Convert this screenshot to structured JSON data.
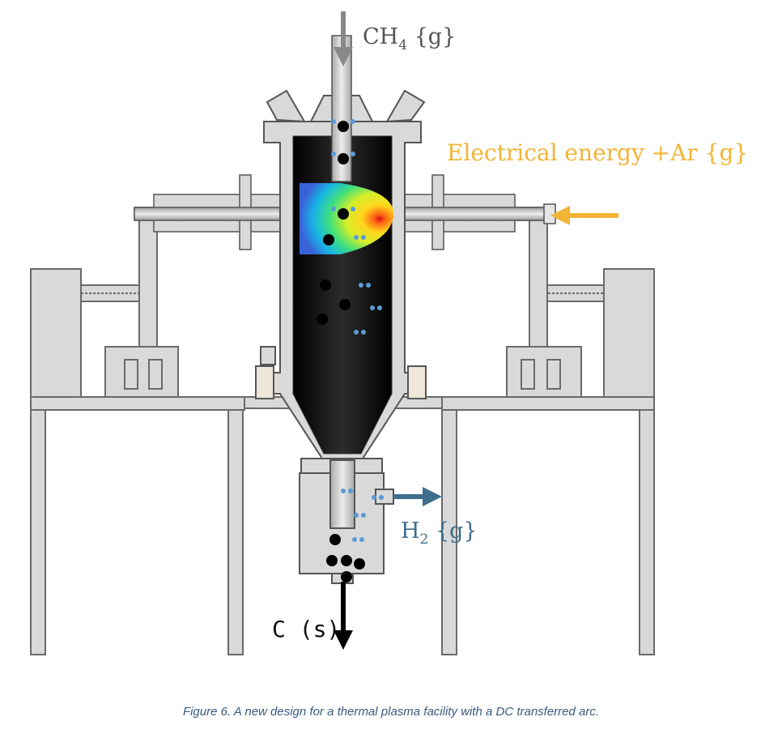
{
  "labels": {
    "ch4": {
      "main": "CH",
      "sub": "4",
      "rest": " {g}"
    },
    "energy": {
      "text": "Electrical energy +Ar {g}"
    },
    "h2": {
      "main": "H",
      "sub": "2",
      "rest": " {g}"
    },
    "carbon": {
      "text": "C (s)"
    }
  },
  "caption": "Figure 6. A new design for a thermal plasma facility with a DC transferred arc.",
  "colors": {
    "energy": "#f2b436",
    "hydrogen": "#3e6e8e",
    "methane": "#555555",
    "caption": "#3a5a80",
    "chamber": "#151515",
    "steel": "#d9d9d9",
    "particle_dark": "#000000",
    "particle_blue": "#5b9bd5"
  }
}
